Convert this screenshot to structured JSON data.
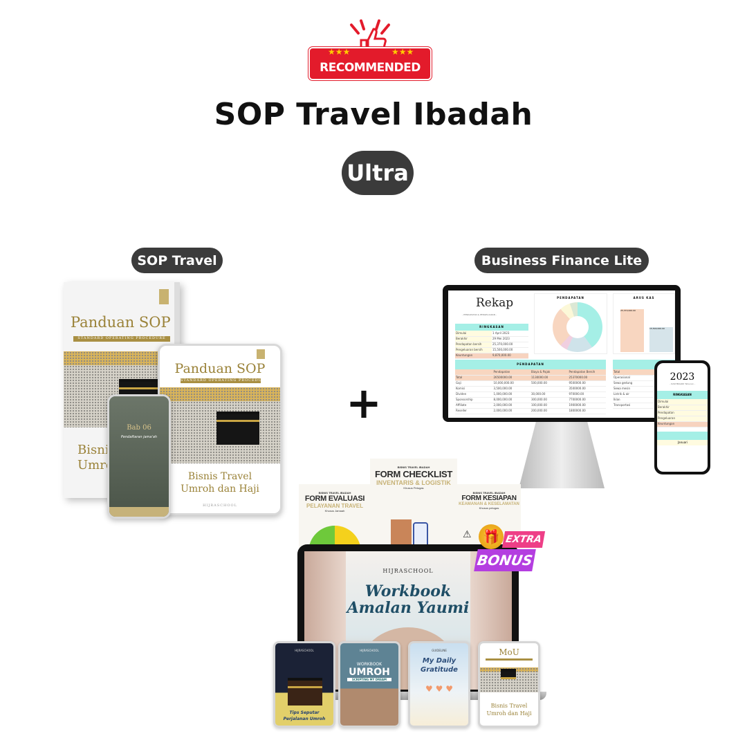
{
  "badge": {
    "label": "RECOMMENDED",
    "icon": "thumbs-up-icon",
    "color": "#e31b2b",
    "star_color": "#ffcc00"
  },
  "title": "SOP Travel Ibadah",
  "tier": "Ultra",
  "products": [
    {
      "label": "SOP Travel"
    },
    {
      "label": "Business Finance Lite"
    }
  ],
  "plus": "+",
  "sop_book": {
    "title": "Panduan SOP",
    "subtitle": "STANDARD OPERATING PROCEDURE",
    "bottom_line1": "Bisnis Travel",
    "bottom_line2": "Umroh dan Haji",
    "brand": "HIJRASCHOOL",
    "phone_chapter": "Bab 06",
    "phone_subtitle": "Pendaftaran jama'ah"
  },
  "finance": {
    "title": "Rekap",
    "subtitle": "- PENDAPATAN & PENGELUARAN -",
    "summary_header": "RINGKASAN",
    "summary": [
      [
        "Dimulai",
        "",
        "1 April 2023"
      ],
      [
        "Berakhir",
        "",
        "29 Mei 2023"
      ],
      [
        "Pendapatan bersih",
        "Rp",
        "25,370,000.00"
      ],
      [
        "Pengeluaran bersih",
        "Rp",
        "15,500,000.00"
      ],
      [
        "Keuntungan",
        "Rp",
        "9,870,000.00"
      ]
    ],
    "donut_title": "PENDAPATAN",
    "cash_title": "ARUS KAS",
    "cash_in": "25,370,000.00",
    "cash_out": "15,500,000.00",
    "income_header": "PENDAPATAN",
    "income_cols": [
      "",
      "Pendapatan",
      "Biaya & Pajak",
      "Pendapatan Bersih"
    ],
    "income_rows": [
      [
        "Total",
        "26500000.00",
        "1130000.00",
        "25370000.00"
      ],
      [
        "Gaji",
        "10,000,000.00",
        "500,000.00",
        "9500000.00"
      ],
      [
        "Komisi",
        "3,500,000.00",
        "",
        "3500000.00"
      ],
      [
        "Dividen",
        "1,000,000.00",
        "30,000.00",
        "970000.00"
      ],
      [
        "Sponsorship",
        "8,000,000.00",
        "300,000.00",
        "7700000.00"
      ],
      [
        "Affiliate",
        "2,000,000.00",
        "100,000.00",
        "1900000.00"
      ],
      [
        "Reseller",
        "2,000,000.00",
        "200,000.00",
        "1800000.00"
      ]
    ],
    "expense_rows": [
      "Total",
      "Operasional",
      "Sewa gedung",
      "Sewa mesin",
      "Listrik & air",
      "Iklan",
      "Transportasi"
    ],
    "phone_year": "2023",
    "phone_subtitle": "- DASHBOARD Tahunan -",
    "phone_summary": "RINGKASAN",
    "phone_rows": [
      "Dimulai",
      "Berakhir",
      "Pendapatan",
      "Pengeluaran",
      "Keuntungan"
    ],
    "phone_month": "Januari"
  },
  "forms": [
    {
      "kicker": "BISNIS TRAVEL IBADAH",
      "title": "FORM EVALUASI",
      "subtitle": "PELAYANAN TRAVEL",
      "note": "Khusus Jamaah"
    },
    {
      "kicker": "BISNIS TRAVEL IBADAH",
      "title": "FORM CHECKLIST",
      "subtitle": "INVENTARIS & LOGISTIK",
      "note": "Khusus Petugas"
    },
    {
      "kicker": "BISNIS TRAVEL IBADAH",
      "title": "FORM KESIAPAN",
      "subtitle": "KEAMANAN & KESELAMATAN",
      "note": "Khusus petugas"
    }
  ],
  "bonus": {
    "extra": "EXTRA",
    "label": "BONUS",
    "icon": "gift-icon"
  },
  "workbook": {
    "brand": "HIJRASCHOOL",
    "title1": "Workbook",
    "title2": "Amalan Yaumi"
  },
  "cards": [
    {
      "brand": "HIJRASCHOOL",
      "line1": "Tips Seputar",
      "line2": "Perjalanan Umroh"
    },
    {
      "brand": "HIJRASCHOOL",
      "kicker": "WORKBOOK",
      "title": "UMROH",
      "tag": "SCRIPTING MY DREAM"
    },
    {
      "brand": "GUIDELINE",
      "line1": "My Daily",
      "line2": "Gratitude"
    },
    {
      "title": "MoU",
      "line1": "Bisnis Travel",
      "line2": "Umroh dan Haji"
    }
  ]
}
